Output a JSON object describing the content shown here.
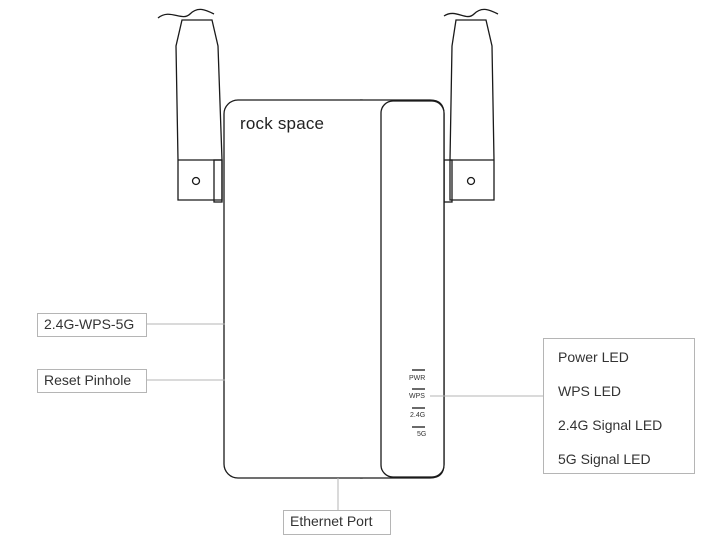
{
  "device": {
    "brand_logo": "rock space",
    "led_marks": [
      "PWR",
      "WPS",
      "2.4G",
      "5G"
    ]
  },
  "callouts": {
    "button": "2.4G-WPS-5G",
    "reset": "Reset Pinhole",
    "ethernet": "Ethernet Port",
    "leds": [
      "Power LED",
      "WPS LED",
      "2.4G Signal LED",
      "5G Signal LED"
    ]
  },
  "colors": {
    "outline": "#1a1a1a",
    "leader_line": "#b5b5b5",
    "box_border": "#b5b5b5"
  }
}
